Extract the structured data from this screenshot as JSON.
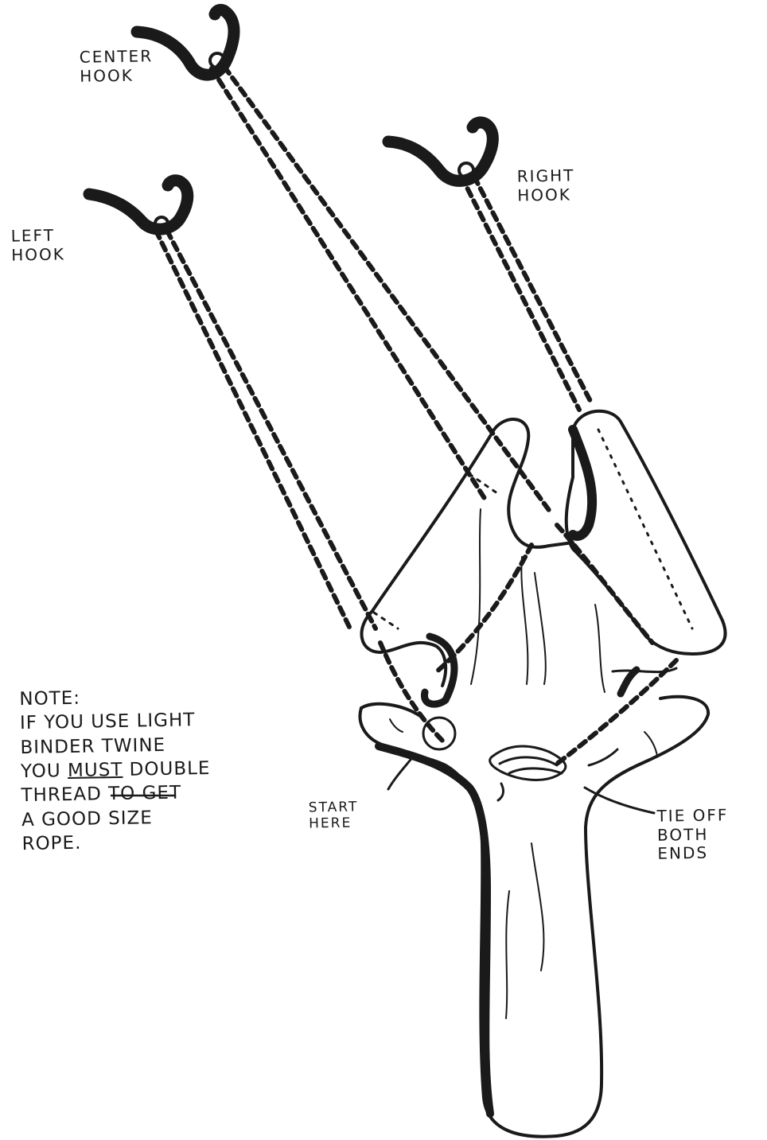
{
  "labels": {
    "center_hook": [
      "CENTER",
      "HOOK"
    ],
    "right_hook": [
      "RIGHT",
      "HOOK"
    ],
    "left_hook": [
      "LEFT",
      "HOOK"
    ],
    "start_here": [
      "START",
      "HERE"
    ],
    "tie_off": [
      "TIE OFF",
      "BOTH",
      "ENDS"
    ]
  },
  "note": {
    "heading": "NOTE:",
    "line1": "IF YOU USE LIGHT",
    "line2": "BINDER TWINE",
    "line3_pre": "YOU ",
    "line3_emph": "MUST",
    "line3_post": " DOUBLE",
    "line4": "THREAD TO GET",
    "line5": "A GOOD SIZE",
    "line6": "ROPE."
  },
  "colors": {
    "ink": "#1a1a1a",
    "paper": "#ffffff"
  }
}
